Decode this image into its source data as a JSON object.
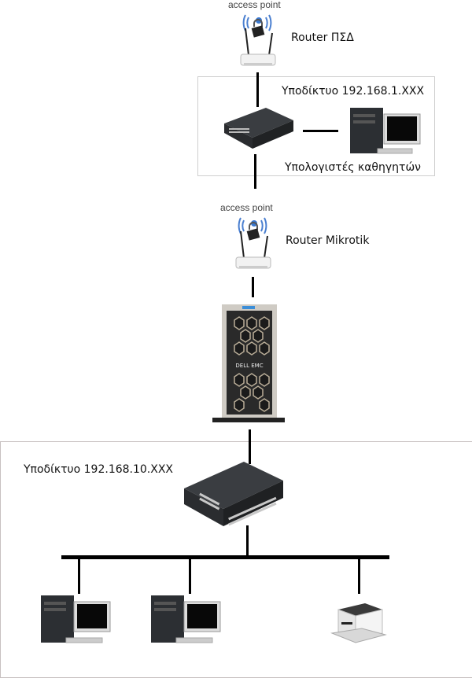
{
  "router_psd": {
    "ap_label": "access point",
    "name": "Router ΠΣΔ"
  },
  "subnet_teachers": {
    "title": "Υποδίκτυο 192.168.1.XXX",
    "caption": "Υπολογιστές καθηγητών"
  },
  "router_mikrotik": {
    "ap_label": "access point",
    "name": "Router Mikrotik"
  },
  "server": {
    "logo": "DELL EMC"
  },
  "subnet_lab": {
    "title": "Υποδίκτυο 192.168.10.XXX"
  }
}
